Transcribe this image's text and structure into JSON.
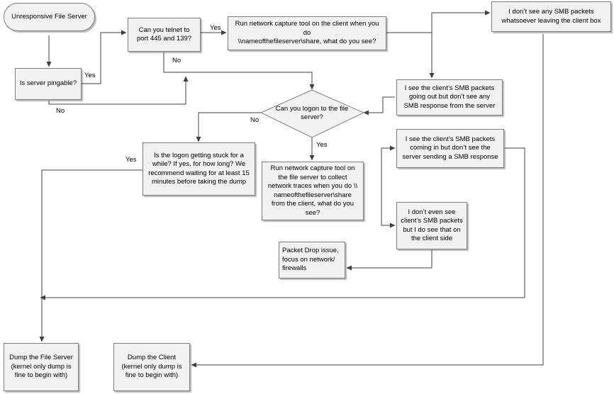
{
  "nodes": {
    "start": "Unresponsive File Server",
    "pingable": "Is server pingable?",
    "telnet": "Can you telnet to\nport 445 and 139?",
    "capture_client": "Run network capture tool on the client when you\ndo\n\\\\nameofthefileserver\\share, what do you see?",
    "no_smb": "I don’t see any SMB packets\nwhatsoever leaving the client box",
    "smb_no_response": "I see the client’s SMB packets\ngoing out but don’t see any\nSMB response from the server",
    "logon": "Can you logon to the file\nserver?",
    "logon_stuck": "Is the logon getting stuck for a\nwhile? If yes, for how long? We\nrecommend waiting for at least 15\nminutes before taking the dump",
    "capture_server": "Run network capture tool on\nthe file server to collect\nnetwork traces when you do \\\\\nnameofthefileserver\\share\nfrom the client, what do you\nsee?",
    "smb_coming_in": "I see the client’s SMB packets\ncoming in but don’t see the\nserver sending a SMB response",
    "no_client_smb": "I don’t even see\nclient’s SMB packets\nbut I do see that on\nthe client side",
    "packet_drop": "Packet Drop issue,\nfocus on network/\nfirewalls",
    "dump_server": "Dump the File Server\n(kernel only dump is\nfine to begin with)",
    "dump_client": "Dump the Client\n(kernel only dump is\nfine to begin with)"
  },
  "edge_labels": {
    "ping_yes": "Yes",
    "ping_no": "No",
    "telnet_yes": "Yes",
    "telnet_no": "No",
    "logon_no": "No",
    "logon_yes": "Yes",
    "stuck_yes": "Yes"
  },
  "colors": {
    "box_fill": "#f2f2f2",
    "box_border": "#7f7f7f",
    "line": "#404040",
    "diamond_fill": "#f2f2f2"
  }
}
